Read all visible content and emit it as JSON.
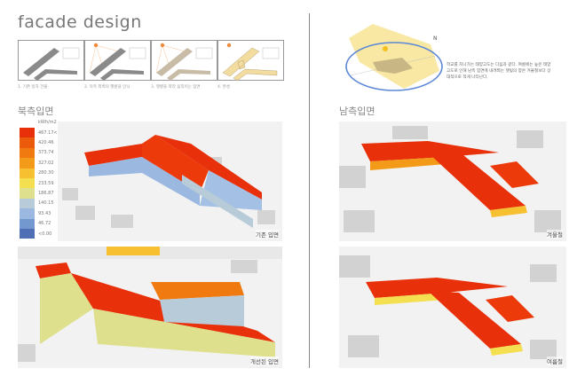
{
  "title": "facade design",
  "steps": [
    {
      "caption": "1. 기존 일자 건물"
    },
    {
      "caption": "2. 북측 외벽의 햇볕을 인식"
    },
    {
      "caption": "3. 햇볕을 따라 움직이는 입면"
    },
    {
      "caption": "4. 완성"
    }
  ],
  "north": {
    "heading": "북측입면",
    "legend": {
      "unit": "kWh/m2",
      "values": [
        "467.17<",
        "420.46",
        "373.74",
        "327.02",
        "280.30",
        "233.59",
        "186.87",
        "140.15",
        "93.43",
        "46.72",
        "<0.00"
      ],
      "colors": [
        "#e8300a",
        "#ec5a0c",
        "#f07a10",
        "#f39a18",
        "#f6c030",
        "#f4df50",
        "#dfe08e",
        "#b8cbd8",
        "#9ab8e0",
        "#7397cf",
        "#4e6fb4"
      ]
    },
    "renders": [
      {
        "label": "기존 입면"
      },
      {
        "label": "개선된 입면"
      }
    ]
  },
  "sun": {
    "north_label": "N",
    "description": "학교를 지나가는 태양고도는 다음과 같다. 여름에는 높은 태양고도로 인해 남측 입면에 내려쬐는 햇빛의 양은 겨울철보다 상대적으로 적게 나타난다."
  },
  "south": {
    "heading": "남측입면",
    "renders": [
      {
        "label": "겨울철"
      },
      {
        "label": "여름철"
      }
    ]
  }
}
